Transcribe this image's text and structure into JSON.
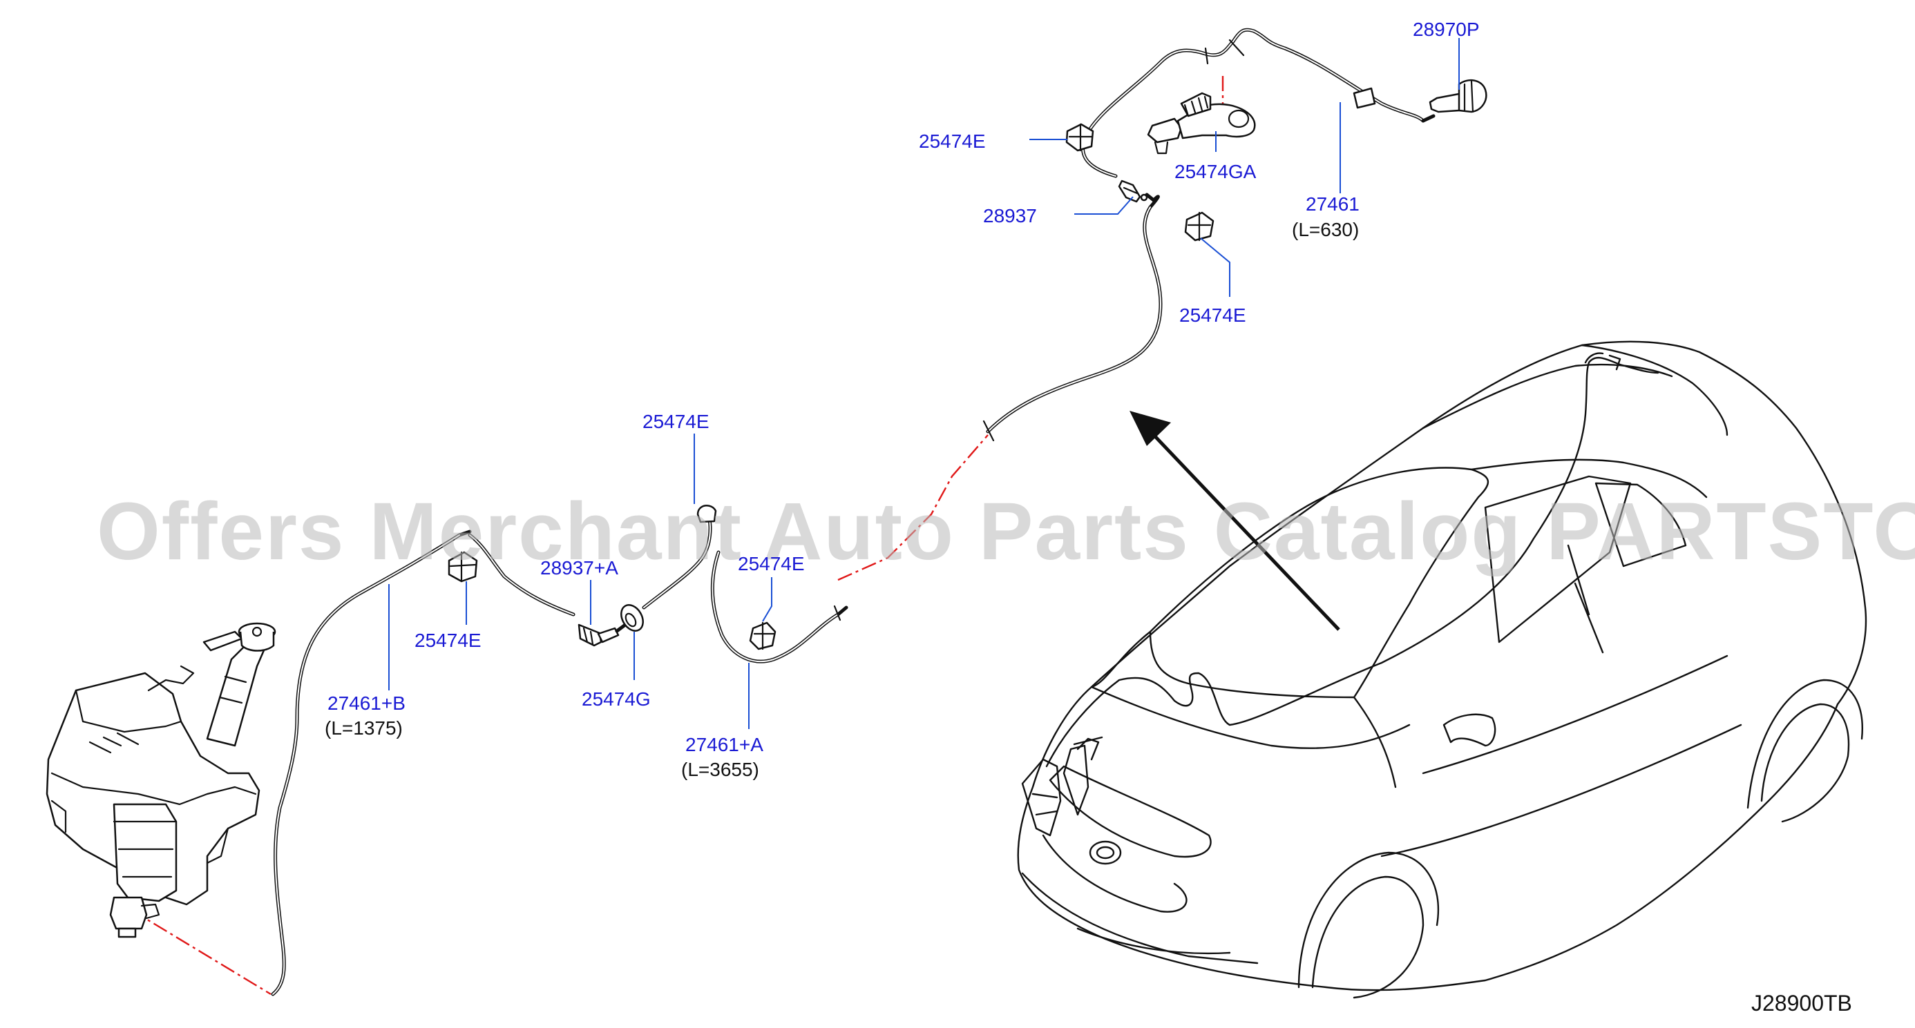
{
  "watermark": "Offers Merchant Auto Parts Catalog PARTSTORE.SA",
  "diagram_code": "J28900TB",
  "callouts": {
    "nozzle": "28970P",
    "clip_top_left": "25474E",
    "clamp_ga": "25474GA",
    "connector_top": "28937",
    "hose_top": "27461",
    "hose_top_len": "(L=630)",
    "clip_top_right": "25474E",
    "clip_mid_top": "25474E",
    "connector_mid": "28937+A",
    "clip_mid_right": "25474E",
    "clip_left": "25474E",
    "hose_left": "27461+B",
    "hose_left_len": "(L=1375)",
    "valve": "25474G",
    "hose_mid": "27461+A",
    "hose_mid_len": "(L=3655)"
  }
}
